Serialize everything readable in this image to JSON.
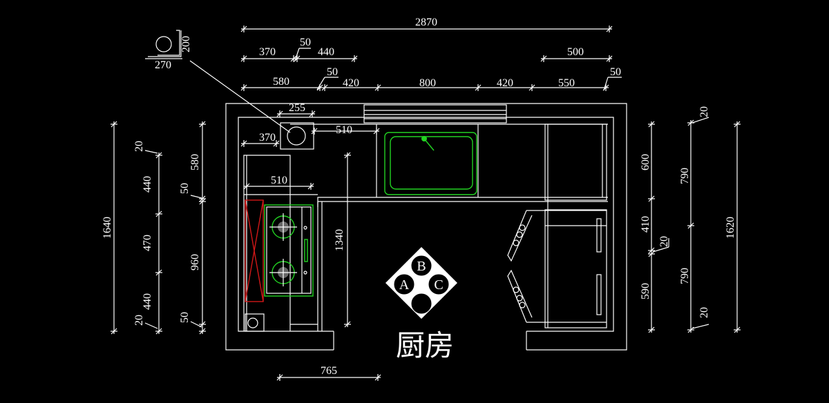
{
  "title": "厨房",
  "compass": {
    "a": "A",
    "b": "B",
    "c": "C"
  },
  "legend": {
    "width": "270",
    "height": "200"
  },
  "dims": {
    "top_total": "2870",
    "top_370": "370",
    "top_50a": "50",
    "top_440": "440",
    "top_500": "500",
    "top_580": "580",
    "top_50b": "50",
    "top_420a": "420",
    "top_800": "800",
    "top_420b": "420",
    "top_550": "550",
    "top_50c": "50",
    "inner_255": "255",
    "inner_510a": "510",
    "inner_370": "370",
    "inner_510b": "510",
    "inner_1340": "1340",
    "bottom_765": "765",
    "left_1640": "1640",
    "left_20a": "20",
    "left_440a": "440",
    "left_470": "470",
    "left_440b": "440",
    "left_20b": "20",
    "left_580": "580",
    "left_50a": "50",
    "left_960": "960",
    "left_50b": "50",
    "right_600": "600",
    "right_410": "410",
    "right_20m": "20",
    "right_590": "590",
    "right_20a": "20",
    "right_790a": "790",
    "right_790b": "790",
    "right_20b": "20",
    "right_1620": "1620"
  },
  "colors": {
    "background": "#000000",
    "line": "#ffffff",
    "fixture": "#22d322",
    "hood": "#d01818"
  }
}
